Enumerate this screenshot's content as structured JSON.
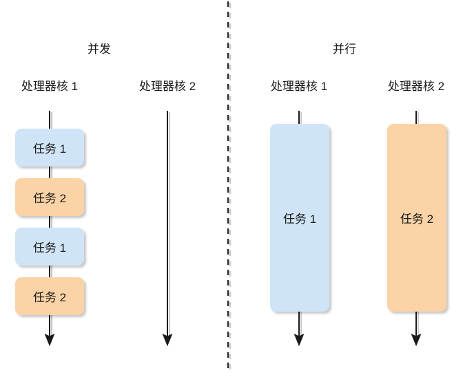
{
  "diagram": {
    "title_left": "并发",
    "title_right": "并行",
    "task_blue_label": "任务 1",
    "task_orange_label": "任务 2",
    "colors": {
      "blue_fill": "#cfe4f7",
      "orange_fill": "#fbd3a6",
      "line": "#1a1a1a",
      "divider": "#4d4d4d",
      "text": "#1a1a1a",
      "background": "#ffffff"
    }
  },
  "panels": [
    {
      "id": "concurrency",
      "title": "并发",
      "lanes": [
        {
          "id": "core-1",
          "label": "处理器核 1",
          "tasks": [
            {
              "label": "任务 1",
              "color": "blue"
            },
            {
              "label": "任务 2",
              "color": "orange"
            },
            {
              "label": "任务 1",
              "color": "blue"
            },
            {
              "label": "任务 2",
              "color": "orange"
            }
          ]
        },
        {
          "id": "core-2",
          "label": "处理器核 2",
          "tasks": []
        }
      ]
    },
    {
      "id": "parallelism",
      "title": "并行",
      "lanes": [
        {
          "id": "core-1",
          "label": "处理器核 1",
          "tasks": [
            {
              "label": "任务 1",
              "color": "blue"
            }
          ]
        },
        {
          "id": "core-2",
          "label": "处理器核 2",
          "tasks": [
            {
              "label": "任务 2",
              "color": "orange"
            }
          ]
        }
      ]
    }
  ],
  "labels": {
    "left_panel_title": "并发",
    "right_panel_title": "并行",
    "left_core1": "处理器核 1",
    "left_core2": "处理器核 2",
    "right_core1": "处理器核 1",
    "right_core2": "处理器核 2",
    "left_task_1": "任务 1",
    "left_task_2": "任务 2",
    "left_task_3": "任务 1",
    "left_task_4": "任务 2",
    "right_task_1": "任务 1",
    "right_task_2": "任务 2"
  }
}
